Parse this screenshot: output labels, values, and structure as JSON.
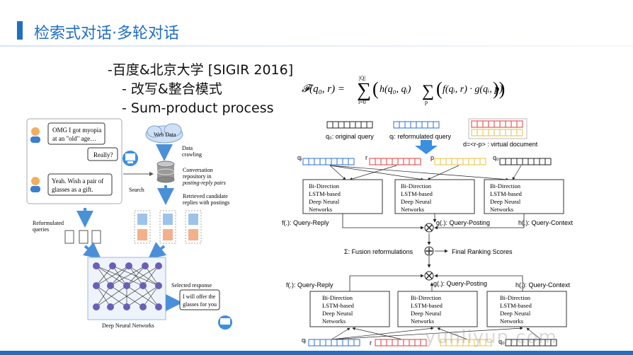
{
  "header": {
    "title": "检索式对话·多轮对话"
  },
  "bullets": {
    "line1": "-百度&北京大学 [SIGIR 2016]",
    "line2": "- 改写&整合模式",
    "line3": "- Sum-product process"
  },
  "formula": {
    "text": "F(q₀, r) = Σ_{i=0}^{|Q|} ( h(q₀, qᵢ) Σ_p ( f(qᵢ, r) · g(qᵢ, p) ) )"
  },
  "left_diagram": {
    "bubble1": [
      "OMG I got myopia",
      "at an \"old\" age…"
    ],
    "bubble2": "Really?",
    "bubble3": [
      "Yeah. Wish a pair of",
      "glasses as a gift."
    ],
    "web_data": "Web Data",
    "crawling": [
      "Data",
      "crawling"
    ],
    "repo": [
      "Conversation",
      "repository in",
      "posting-reply pairs"
    ],
    "search": "Search",
    "retrieved": [
      "Retrieved candidate",
      "replies with postings"
    ],
    "reformulated": [
      "Reformulated",
      "queries"
    ],
    "selected": "Selected response",
    "response": [
      "I will offer the",
      "glasses for you"
    ],
    "dnn": "Deep Neural Networks"
  },
  "right_diagram": {
    "legend_q0": "q₀: original query",
    "legend_qi": "qᵢ: reformulated query",
    "legend_d": "d=<r-p> : virtual document",
    "label_qi": "qᵢ",
    "label_r": "r",
    "label_p": "p",
    "label_q0": "q₀",
    "net_lines": [
      "Bi-Direction",
      "LSTM-based",
      "Deep Neural",
      "Networks"
    ],
    "f_top": "f(.): Query-Reply",
    "g_top": "g(.): Query-Posting",
    "h_top": "h(.): Query-Context",
    "fusion": "Σ: Fusion reformulations",
    "final": "Final Ranking Scores",
    "f_bot": "f(.): Query-Reply",
    "g_bot": "g(.): Query-Posting",
    "h_bot": "h(.): Query-Context"
  },
  "watermark": "yunliyun.com",
  "colors": {
    "title_blue": "#1f6fc4",
    "query_blue": "#2e6fd1",
    "reply_red": "#e23b3b",
    "posting_yellow": "#e8c23a",
    "context_black": "#222222",
    "arrow_blue": "#3a8fe0",
    "node_purple": "#6a5fb8"
  }
}
